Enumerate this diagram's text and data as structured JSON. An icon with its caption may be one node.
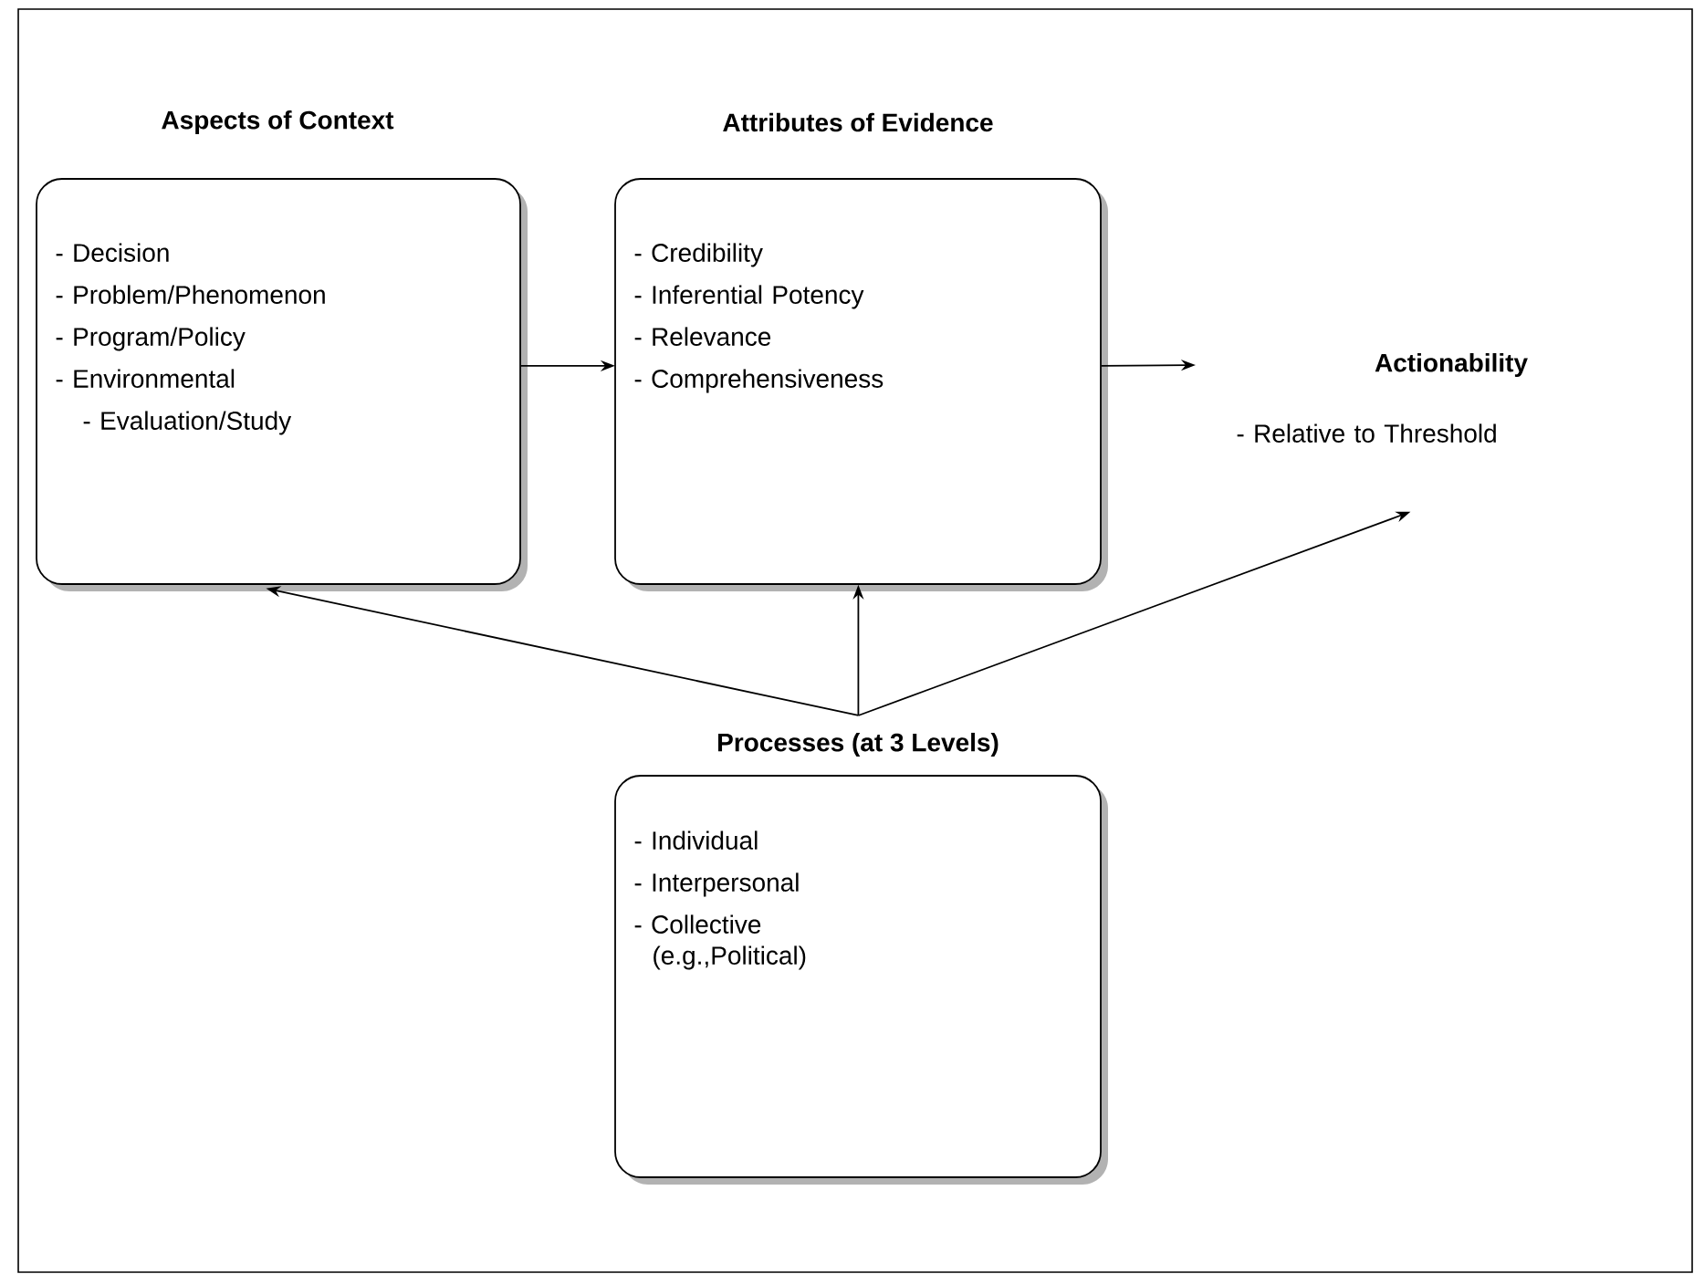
{
  "diagram": {
    "nodes": [
      {
        "text": [
          "Aspects of Context",
          "- Decision",
          "- Problem/Phenomenon",
          "- Program/Policy",
          "- Environmental",
          "- Evaluation/Study"
        ]
      },
      {
        "text": [
          "Attributes of Evidence",
          "- Credibility",
          "- Inferential Potency",
          "- Relevance",
          "- Comprehensiveness"
        ]
      },
      {
        "text": [
          "Actionability",
          "- Relative to Threshold"
        ]
      },
      {
        "text": [
          "Processes (at 3 Levels)",
          "- Individual",
          "- Interpersonal",
          "- Collective (e.g.,Political)"
        ]
      }
    ],
    "edges": [
      {
        "from": 0,
        "to": 1,
        "arrow": "to"
      },
      {
        "from": 1,
        "to": 2,
        "arrow": "to"
      },
      {
        "from": 3,
        "to": 0,
        "arrow": "to"
      },
      {
        "from": 3,
        "to": 1,
        "arrow": "to"
      },
      {
        "from": 3,
        "to": 2,
        "arrow": "to"
      }
    ]
  }
}
